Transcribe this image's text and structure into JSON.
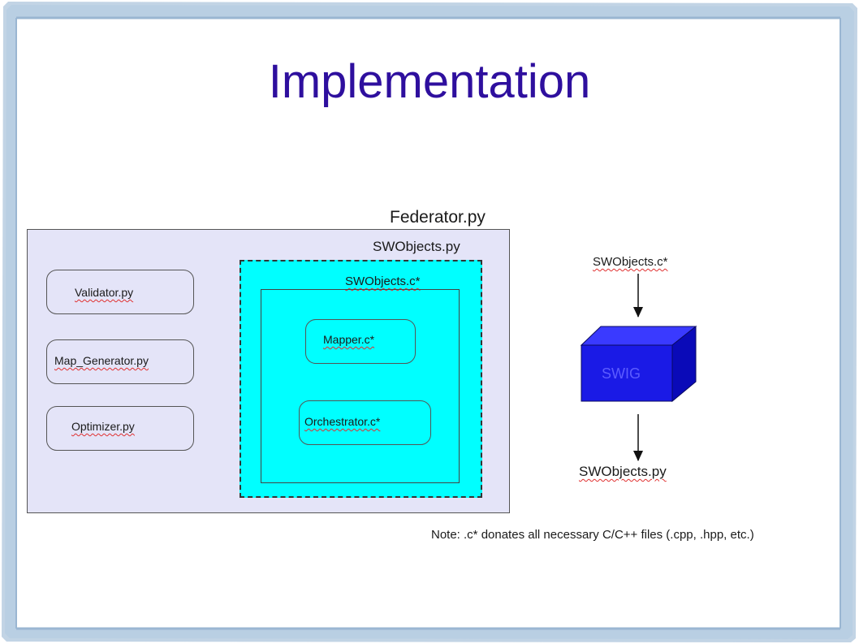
{
  "slide": {
    "title": "Implementation"
  },
  "diagram": {
    "federator_label": "Federator.py",
    "swobjects_py_label": "SWObjects.py",
    "swobjects_c_label": "SWObjects.c*",
    "modules": [
      {
        "label": "Validator.py"
      },
      {
        "label": "Map_Generator.py"
      },
      {
        "label": "Optimizer.py"
      }
    ],
    "c_modules": [
      {
        "label": "Mapper.c*"
      },
      {
        "label": "Orchestrator.c*"
      }
    ],
    "flow": {
      "input_label": "SWObjects.c*",
      "tool_label": "SWIG",
      "output_label": "SWObjects.py"
    },
    "note": "Note: .c* donates all necessary C/C++ files (.cpp, .hpp, etc.)"
  },
  "colors": {
    "title": "#2e0f9e",
    "federator_fill": "#e4e4f8",
    "swobjects_fill": "#00ffff",
    "swig_front": "#1a1ae6",
    "swig_top": "#3a3aff",
    "swig_side": "#0a0ab8"
  }
}
